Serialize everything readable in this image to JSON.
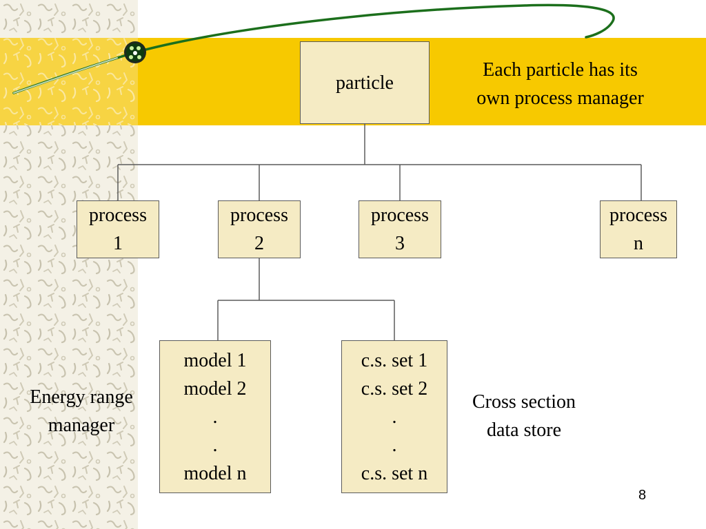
{
  "slide": {
    "band_color": "#f7c900",
    "box_fill": "#f5ebc4",
    "connector_color": "#5a5a5a",
    "ribbon_color": "#1c6f1c",
    "page_number": "8"
  },
  "diagram": {
    "root": {
      "label": "particle"
    },
    "root_note": [
      "Each particle has its",
      "own process manager"
    ],
    "processes": [
      {
        "line1": "process",
        "line2": "1"
      },
      {
        "line1": "process",
        "line2": "2"
      },
      {
        "line1": "process",
        "line2": "3"
      },
      {
        "line1": "process",
        "line2": "n"
      }
    ],
    "models_box": [
      "model 1",
      "model 2",
      ".",
      ".",
      "model n"
    ],
    "cs_box": [
      "c.s. set 1",
      "c.s. set 2",
      ".",
      ".",
      "c.s. set n"
    ],
    "models_note": [
      "Energy range",
      "manager"
    ],
    "cs_note": [
      "Cross section",
      "data store"
    ]
  }
}
